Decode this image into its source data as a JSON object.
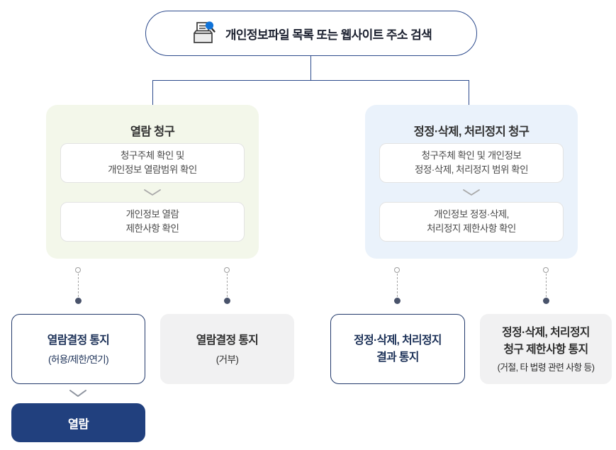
{
  "colors": {
    "accent_navy": "#2c4a8c",
    "outline_border_navy": "#22396b",
    "final_navy": "#21407e",
    "navy_text": "#1b3057",
    "panel_green": "#f3f7ea",
    "panel_blue": "#eaf2fb",
    "gray_box": "#f1f1f2",
    "magnifier_blue": "#1073d8"
  },
  "icons": {
    "header_icon": "file-search-tray-icon",
    "divider_icon": "chevron-down-icon"
  },
  "header": {
    "search_label": "개인정보파일 목록 또는 웹사이트 주소 검색"
  },
  "panels": [
    {
      "title": "열람 청구",
      "steps": [
        {
          "line1": "청구주체 확인 및",
          "line2": "개인정보 열람범위 확인"
        },
        {
          "line1": "개인정보 열람",
          "line2": "제한사항 확인"
        }
      ]
    },
    {
      "title": "정정·삭제, 처리정지 청구",
      "steps": [
        {
          "line1": "청구주체 확인 및 개인정보",
          "line2": "정정·삭제, 처리정지 범위 확인"
        },
        {
          "line1": "개인정보 정정·삭제,",
          "line2": "처리정지 제한사항 확인"
        }
      ]
    }
  ],
  "outcomes": [
    {
      "line1": "열람결정 통지",
      "note": "(허용/제한/연기)"
    },
    {
      "line1": "열람결정 통지",
      "note": "(거부)"
    },
    {
      "line1": "정정·삭제, 처리정지",
      "line2": "결과 통지"
    },
    {
      "line1": "정정·삭제, 처리정지",
      "line2": "청구 제한사항 통지",
      "note": "(거절, 타 법령 관련 사항 등)"
    }
  ],
  "final": {
    "label": "열람"
  }
}
